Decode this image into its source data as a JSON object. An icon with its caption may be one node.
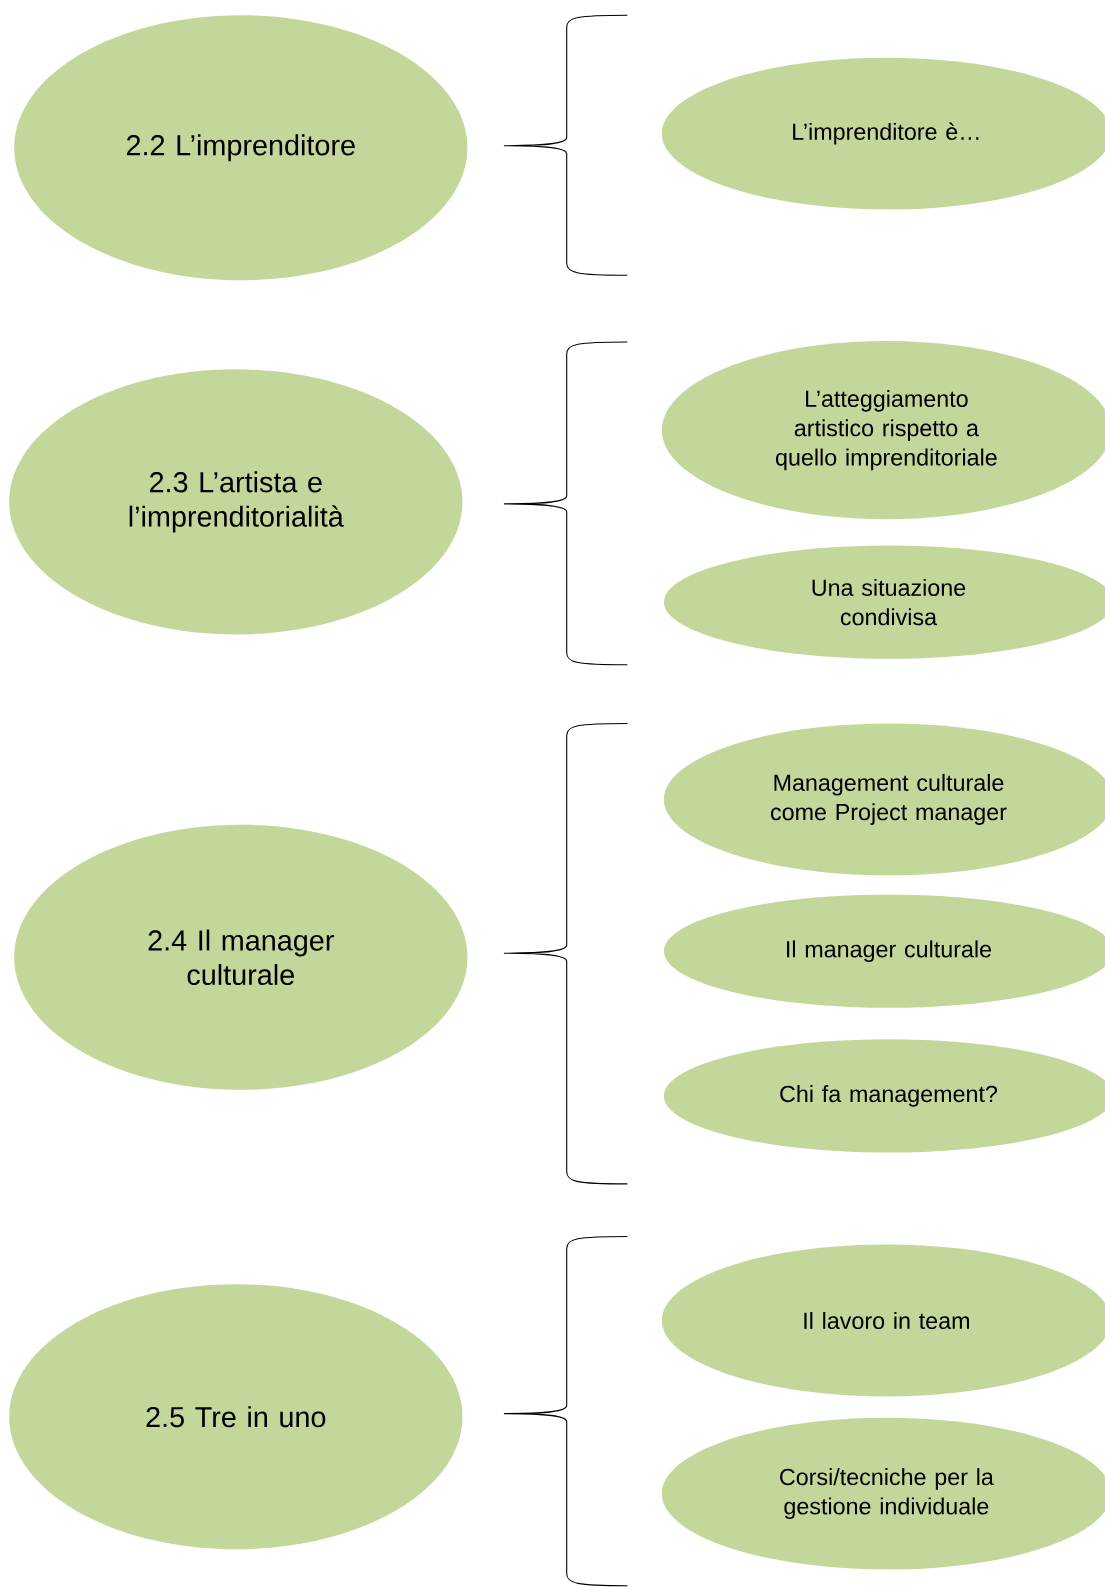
{
  "diagram": {
    "nodes": [
      {
        "text": [
          "2.2 L’imprenditore"
        ]
      },
      {
        "text": [
          "L’imprenditore è…"
        ]
      },
      {
        "text": [
          "2.3 L’artista e l’imprenditorialità"
        ]
      },
      {
        "text": [
          "L’atteggiamento artistico rispetto a quello imprenditoriale"
        ]
      },
      {
        "text": [
          "Una situazione condivisa"
        ]
      },
      {
        "text": [
          "2.4 Il manager culturale"
        ]
      },
      {
        "text": [
          "Management culturale come Project manager"
        ]
      },
      {
        "text": [
          "Il manager culturale"
        ]
      },
      {
        "text": [
          "Chi fa management?"
        ]
      },
      {
        "text": [
          "2.5 Tre in uno"
        ]
      },
      {
        "text": [
          "Il lavoro in team"
        ]
      },
      {
        "text": [
          "Corsi/tecniche per la gestione individuale"
        ]
      }
    ]
  }
}
